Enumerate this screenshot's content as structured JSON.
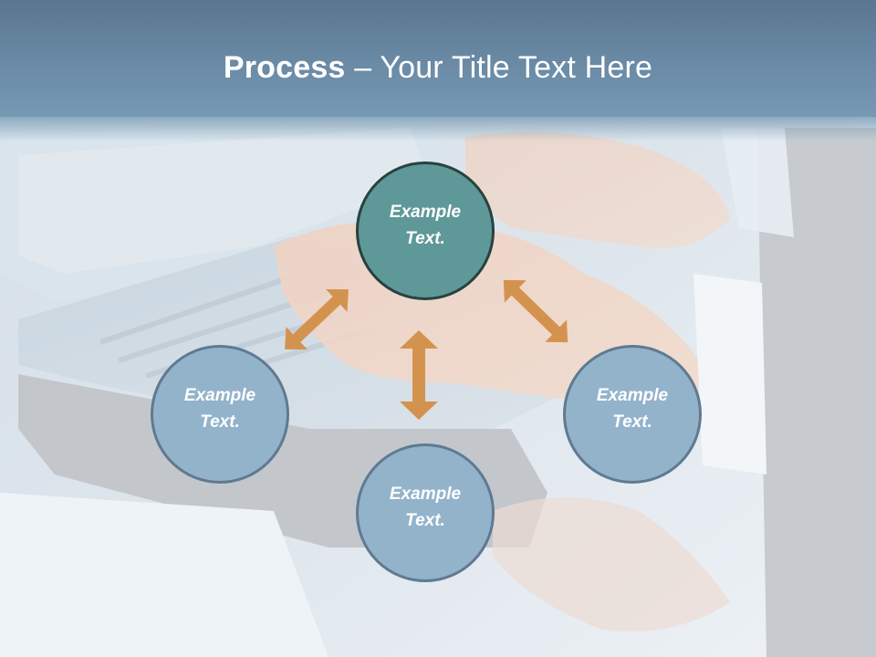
{
  "slide": {
    "title_bold": "Process",
    "title_rest": " – Your Title Text Here"
  },
  "diagram": {
    "nodes": [
      {
        "id": "top",
        "label": "Example Text.",
        "line1": "Example",
        "line2": "Text.",
        "fill": "#5f9898",
        "border": "#27423f"
      },
      {
        "id": "left",
        "label": "Example Text.",
        "line1": "Example",
        "line2": "Text.",
        "fill": "#93b3cb",
        "border": "#5f7a91"
      },
      {
        "id": "bottom",
        "label": "Example Text.",
        "line1": "Example",
        "line2": "Text.",
        "fill": "#93b3cb",
        "border": "#5f7a91"
      },
      {
        "id": "right",
        "label": "Example Text.",
        "line1": "Example",
        "line2": "Text.",
        "fill": "#93b3cb",
        "border": "#5f7a91"
      }
    ],
    "arrows": [
      {
        "id": "top-left",
        "type": "double-headed",
        "connects": [
          "top",
          "left"
        ]
      },
      {
        "id": "top-right",
        "type": "double-headed",
        "connects": [
          "top",
          "right"
        ]
      },
      {
        "id": "center-vertical",
        "type": "double-headed",
        "connects": [
          "top",
          "bottom"
        ]
      }
    ],
    "arrow_color": "#d4924f"
  },
  "colors": {
    "title_band": "#6a8aa5",
    "title_text": "#ffffff"
  }
}
